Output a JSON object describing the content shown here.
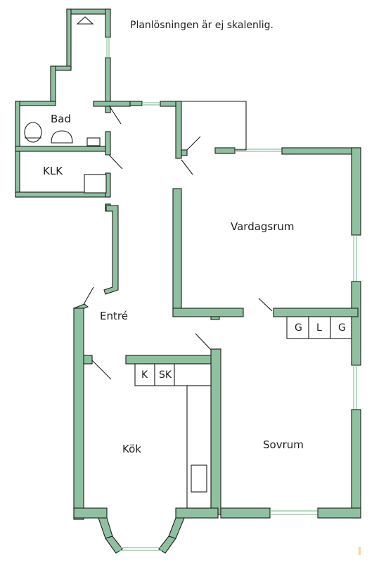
{
  "note": "Planlösningen är ej skalenlig.",
  "rooms": {
    "bad": "Bad",
    "klk": "KLK",
    "vardagsrum": "Vardagsrum",
    "entre": "Entré",
    "kok": "Kök",
    "sovrum": "Sovrum"
  },
  "kitchen_units": {
    "k": "K",
    "sk": "SK"
  },
  "closets": [
    "G",
    "L",
    "G"
  ],
  "colors": {
    "wall": "#8fc1a0",
    "line": "#1d1d1b",
    "accent": "#f5d79a"
  }
}
